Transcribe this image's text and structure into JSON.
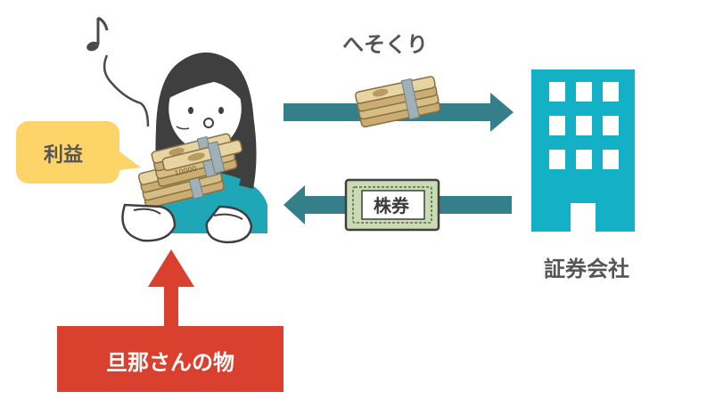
{
  "labels": {
    "hesokuri": "へそくり",
    "securities_company": "証券会社",
    "profit": "利益",
    "stock_certificate": "株券",
    "husbands_property": "旦那さんの物"
  },
  "banknote_text": "10000",
  "icons": {
    "person": "woman-holding-money",
    "building": "office-building",
    "note": "music-note-icon"
  },
  "colors": {
    "arrow_teal": "#357f8a",
    "building_cyan": "#14b0c6",
    "profit_bubble": "#fcd468",
    "red": "#d9412e",
    "money_tan": "#d9c28c",
    "money_band": "#8fa3a8",
    "certificate_green": "#c9dab4",
    "text_gray": "#555555"
  }
}
